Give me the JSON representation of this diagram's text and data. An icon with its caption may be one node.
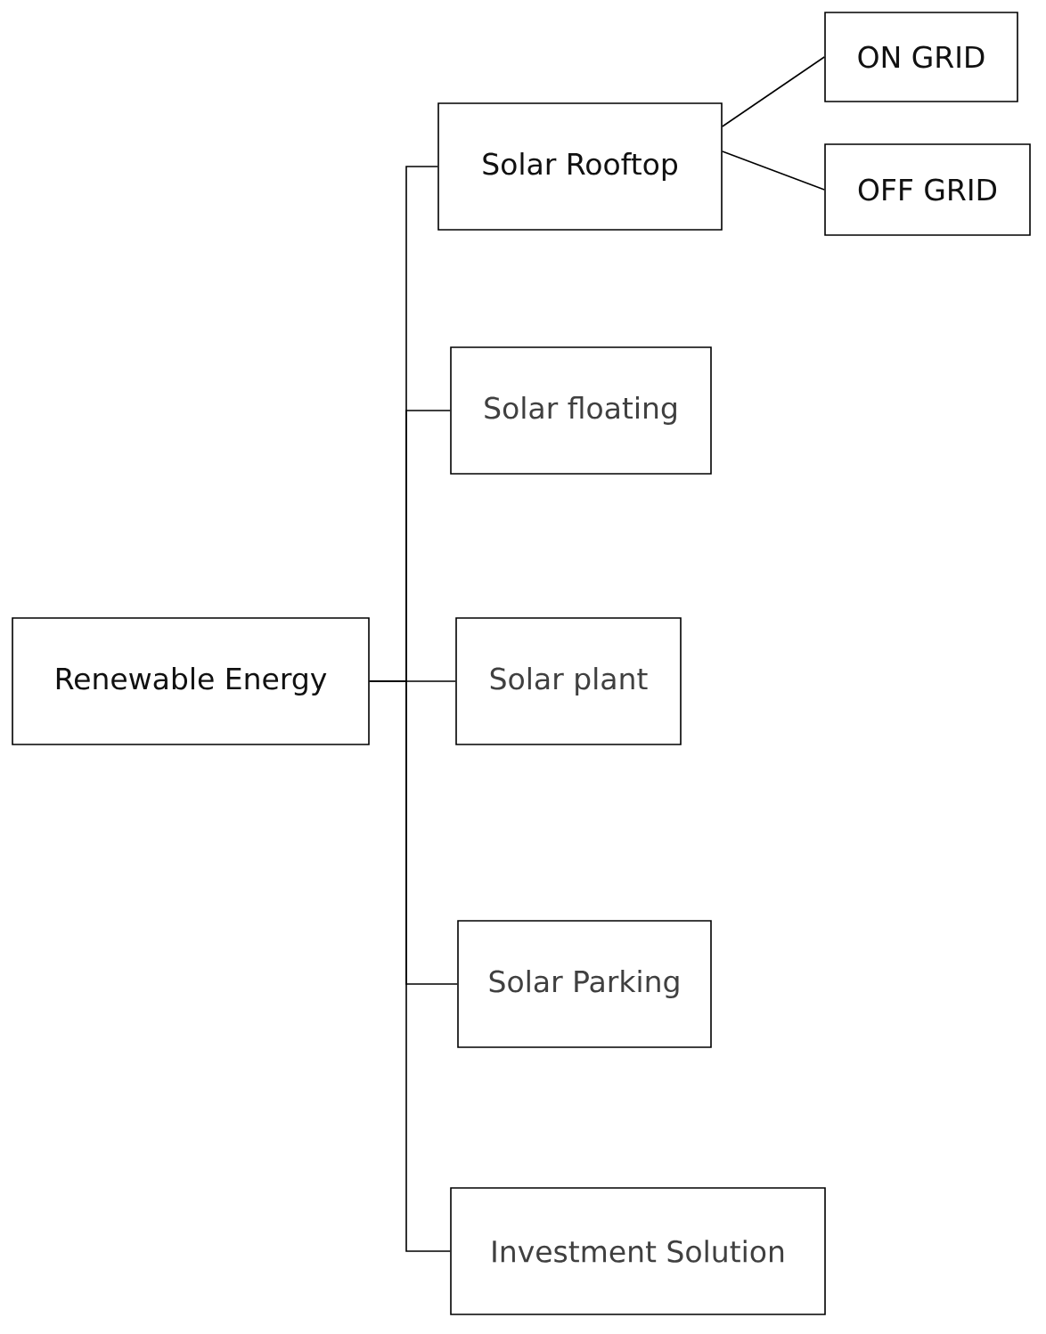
{
  "diagram": {
    "nodes": [
      {
        "text": [
          "Renewable Energy"
        ]
      },
      {
        "text": [
          "Solar Rooftop"
        ]
      },
      {
        "text": [
          "ON GRID"
        ]
      },
      {
        "text": [
          "OFF GRID"
        ]
      },
      {
        "text": [
          "Solar floating"
        ]
      },
      {
        "text": [
          "Solar plant"
        ]
      },
      {
        "text": [
          "Solar Parking"
        ]
      },
      {
        "text": [
          "Investment Solution"
        ]
      }
    ],
    "edges": [
      {
        "from": 0,
        "to": 1,
        "arrow": "none"
      },
      {
        "from": 0,
        "to": 4,
        "arrow": "none"
      },
      {
        "from": 0,
        "to": 5,
        "arrow": "none"
      },
      {
        "from": 0,
        "to": 6,
        "arrow": "none"
      },
      {
        "from": 0,
        "to": 7,
        "arrow": "none"
      },
      {
        "from": 1,
        "to": 2,
        "arrow": "none"
      },
      {
        "from": 1,
        "to": 3,
        "arrow": "none"
      }
    ]
  }
}
